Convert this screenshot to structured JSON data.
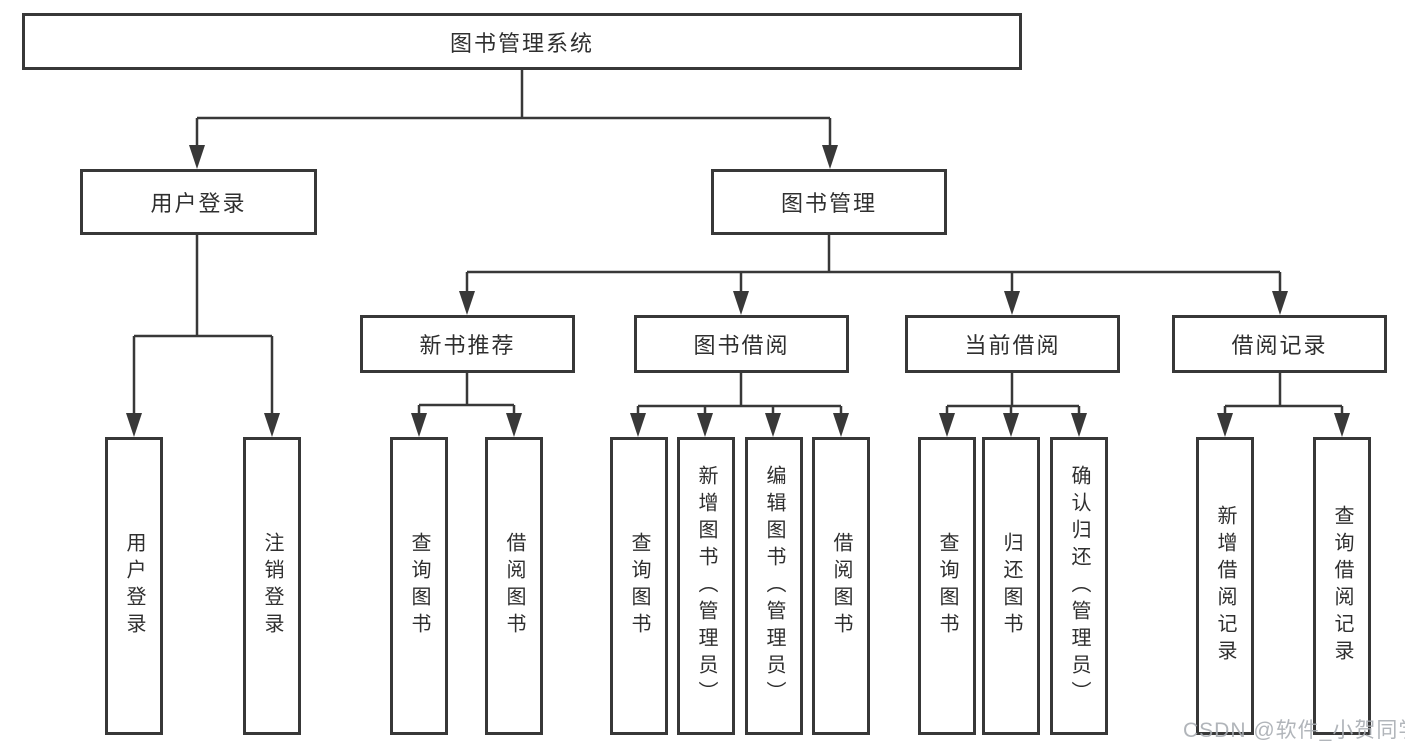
{
  "colors": {
    "line": "#383838",
    "text": "#2f2f2f",
    "background": "#ffffff",
    "watermark": "#a8adb3"
  },
  "tree": {
    "label": "图书管理系统",
    "children": [
      {
        "label": "用户登录",
        "children": [
          {
            "label": "用户登录"
          },
          {
            "label": "注销登录"
          }
        ]
      },
      {
        "label": "图书管理",
        "children": [
          {
            "label": "新书推荐",
            "children": [
              {
                "label": "查询图书"
              },
              {
                "label": "借阅图书"
              }
            ]
          },
          {
            "label": "图书借阅",
            "children": [
              {
                "label": "查询图书"
              },
              {
                "label": "新增图书（管理员）"
              },
              {
                "label": "编辑图书（管理员）"
              },
              {
                "label": "借阅图书"
              }
            ]
          },
          {
            "label": "当前借阅",
            "children": [
              {
                "label": "查询图书"
              },
              {
                "label": "归还图书"
              },
              {
                "label": "确认归还（管理员）"
              }
            ]
          },
          {
            "label": "借阅记录",
            "children": [
              {
                "label": "新增借阅记录"
              },
              {
                "label": "查询借阅记录"
              }
            ]
          }
        ]
      }
    ]
  },
  "watermark": {
    "text": "CSDN @软件_小贺同学"
  }
}
